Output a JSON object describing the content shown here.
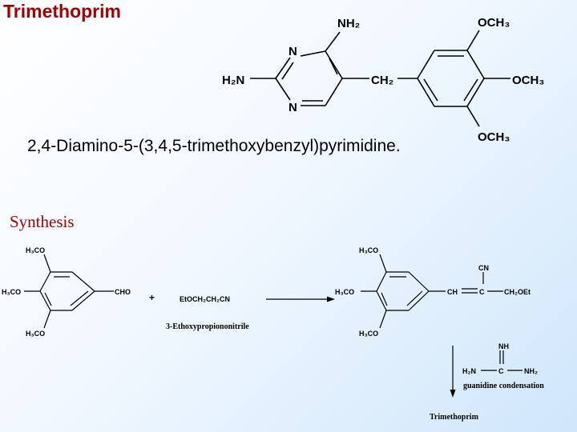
{
  "title": "Trimethoprim",
  "iupac_name": "2,4-Diamino-5-(3,4,5-trimethoxybenzyl)pyrimidine.",
  "synthesis_heading": "Synthesis",
  "structure": {
    "nh2_top": "NH₂",
    "n_upper": "N",
    "h2n_left": "H₂N",
    "n_lower": "N",
    "ch2": "CH₂",
    "och3_top": "OCH₃",
    "och3_right": "OCH₃",
    "och3_bottom": "OCH₃"
  },
  "reactant": {
    "h3co_top": "H₃CO",
    "h3co_left": "H₃CO",
    "h3co_bottom": "H₃CO",
    "cho": "CHO"
  },
  "plus": "+",
  "reagent": {
    "formula": "EtOCH₂CH₂CN",
    "name": "3-Ethoxypropiononitrile"
  },
  "intermediate": {
    "h3co_top": "H₃CO",
    "h3co_left": "H₃CO",
    "h3co_bottom": "H₃CO",
    "ch": "CH",
    "c": "C",
    "cn": "CN",
    "ch2oet": "CH₂OEt"
  },
  "guanidine": {
    "nh": "NH",
    "h2n": "H₂N",
    "c": "C",
    "nh2": "NH₂",
    "label": "guanidine condensation"
  },
  "product": "Trimethoprim"
}
